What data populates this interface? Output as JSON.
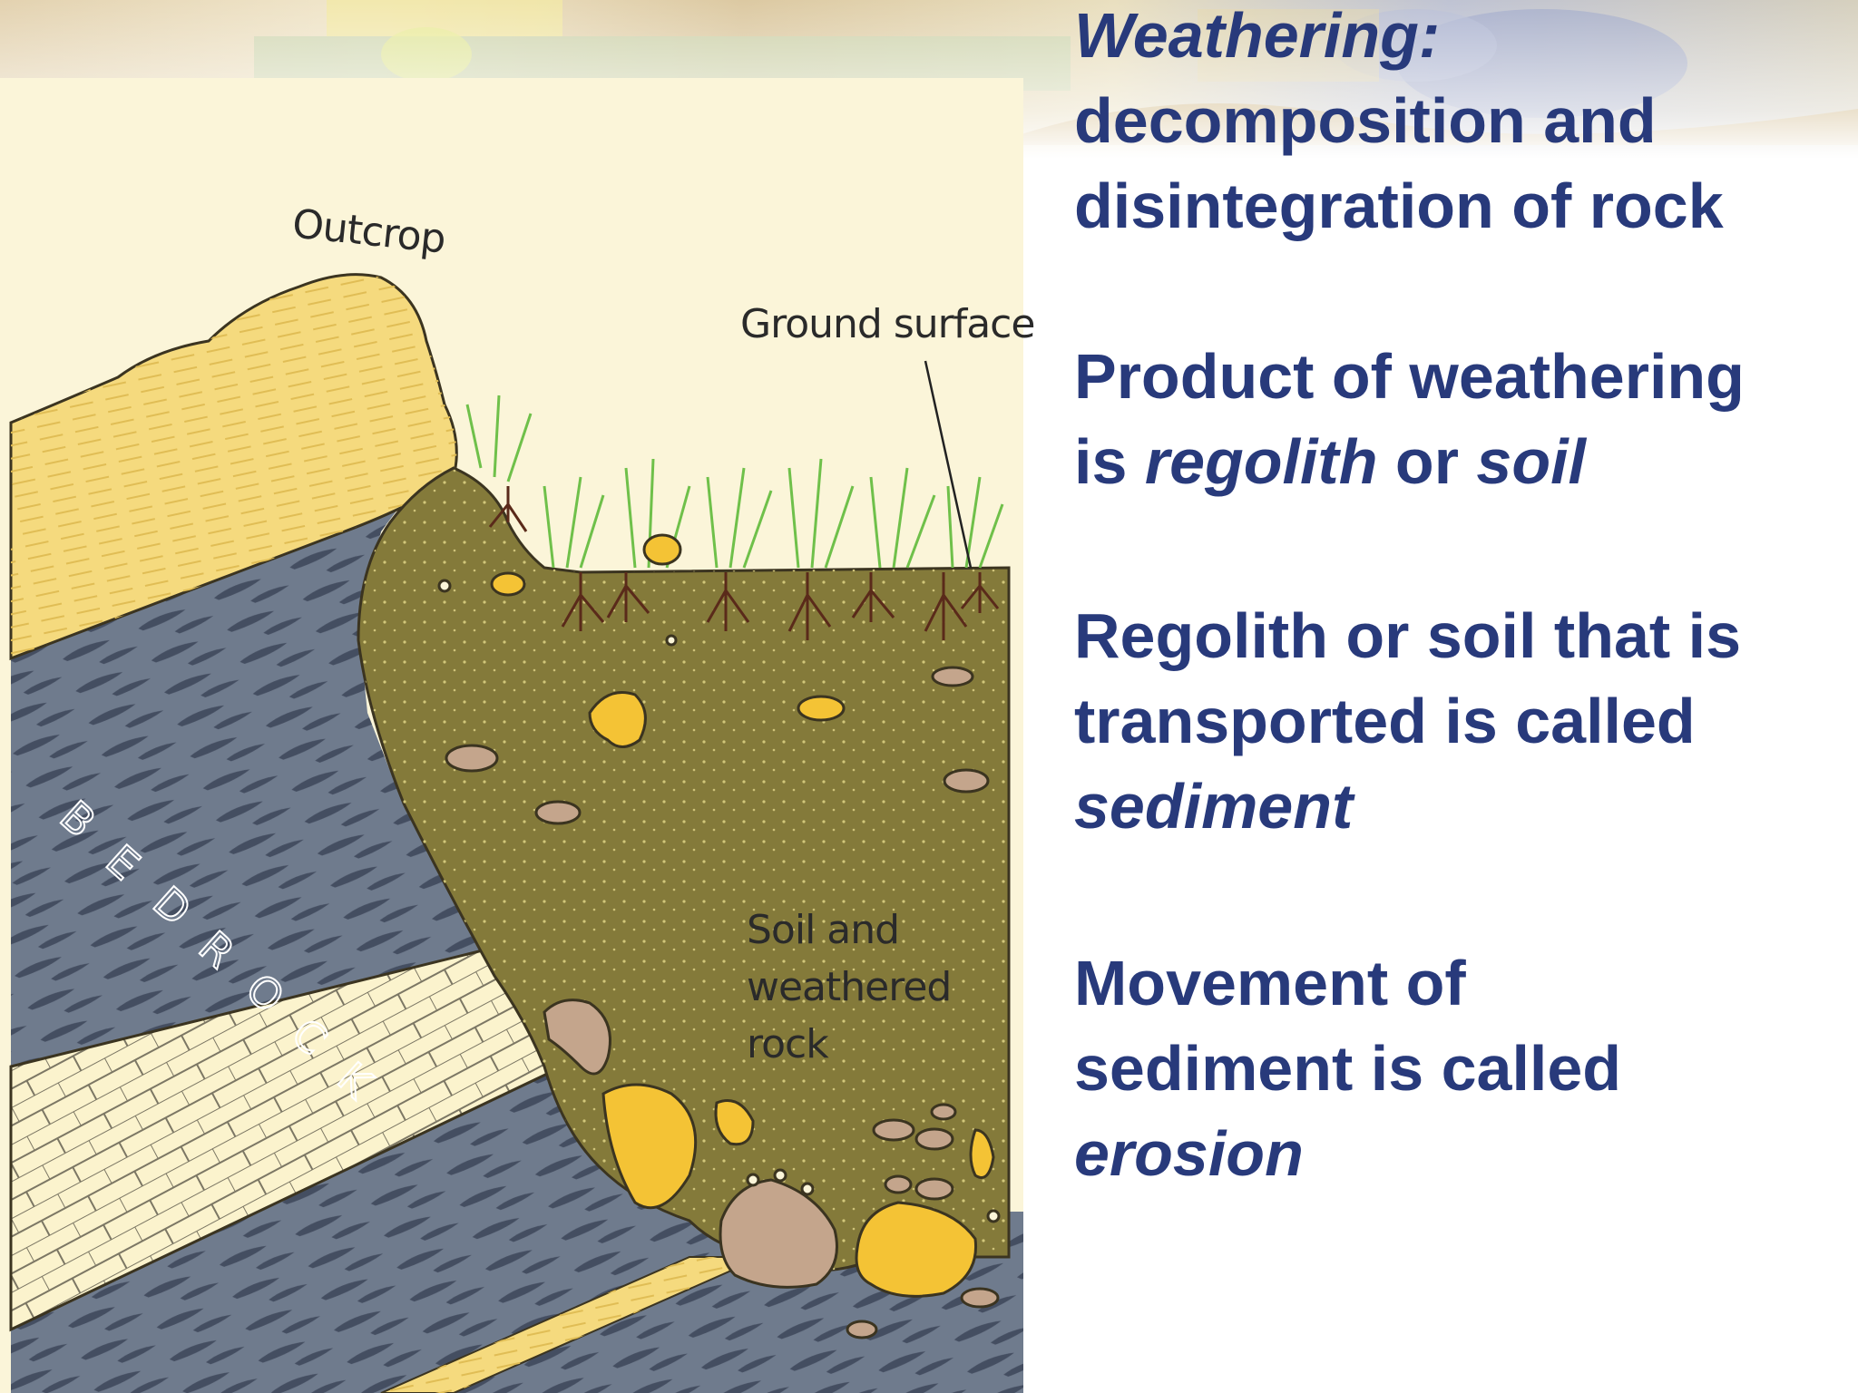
{
  "figure": {
    "labels": {
      "outcrop": "Outcrop",
      "ground_surface": "Ground surface",
      "soil_line1": "Soil and",
      "soil_line2": "weathered",
      "soil_line3": "rock",
      "bedrock": "BEDROCK"
    }
  },
  "text": {
    "p1": {
      "term": "Weathering:",
      "rest1": "decomposition and",
      "rest2": "disintegration of rock"
    },
    "p2": {
      "line1": "Product of weathering",
      "is": "is ",
      "term1": "regolith",
      "or": " or ",
      "term2": "soil"
    },
    "p3": {
      "line1": "Regolith or soil that is",
      "line2": "transported is called",
      "term": "sediment"
    },
    "p4": {
      "line1": "Movement of",
      "line2": "sediment is called",
      "term": "erosion"
    }
  },
  "colors": {
    "text": "#283a7b",
    "bedrock": "#6f7b8d",
    "soil": "#847a3a",
    "sandstone": "#f5da7e",
    "limestone": "#fbf3cd",
    "boulder": "#f4c335",
    "background": "#fbf5d9"
  }
}
